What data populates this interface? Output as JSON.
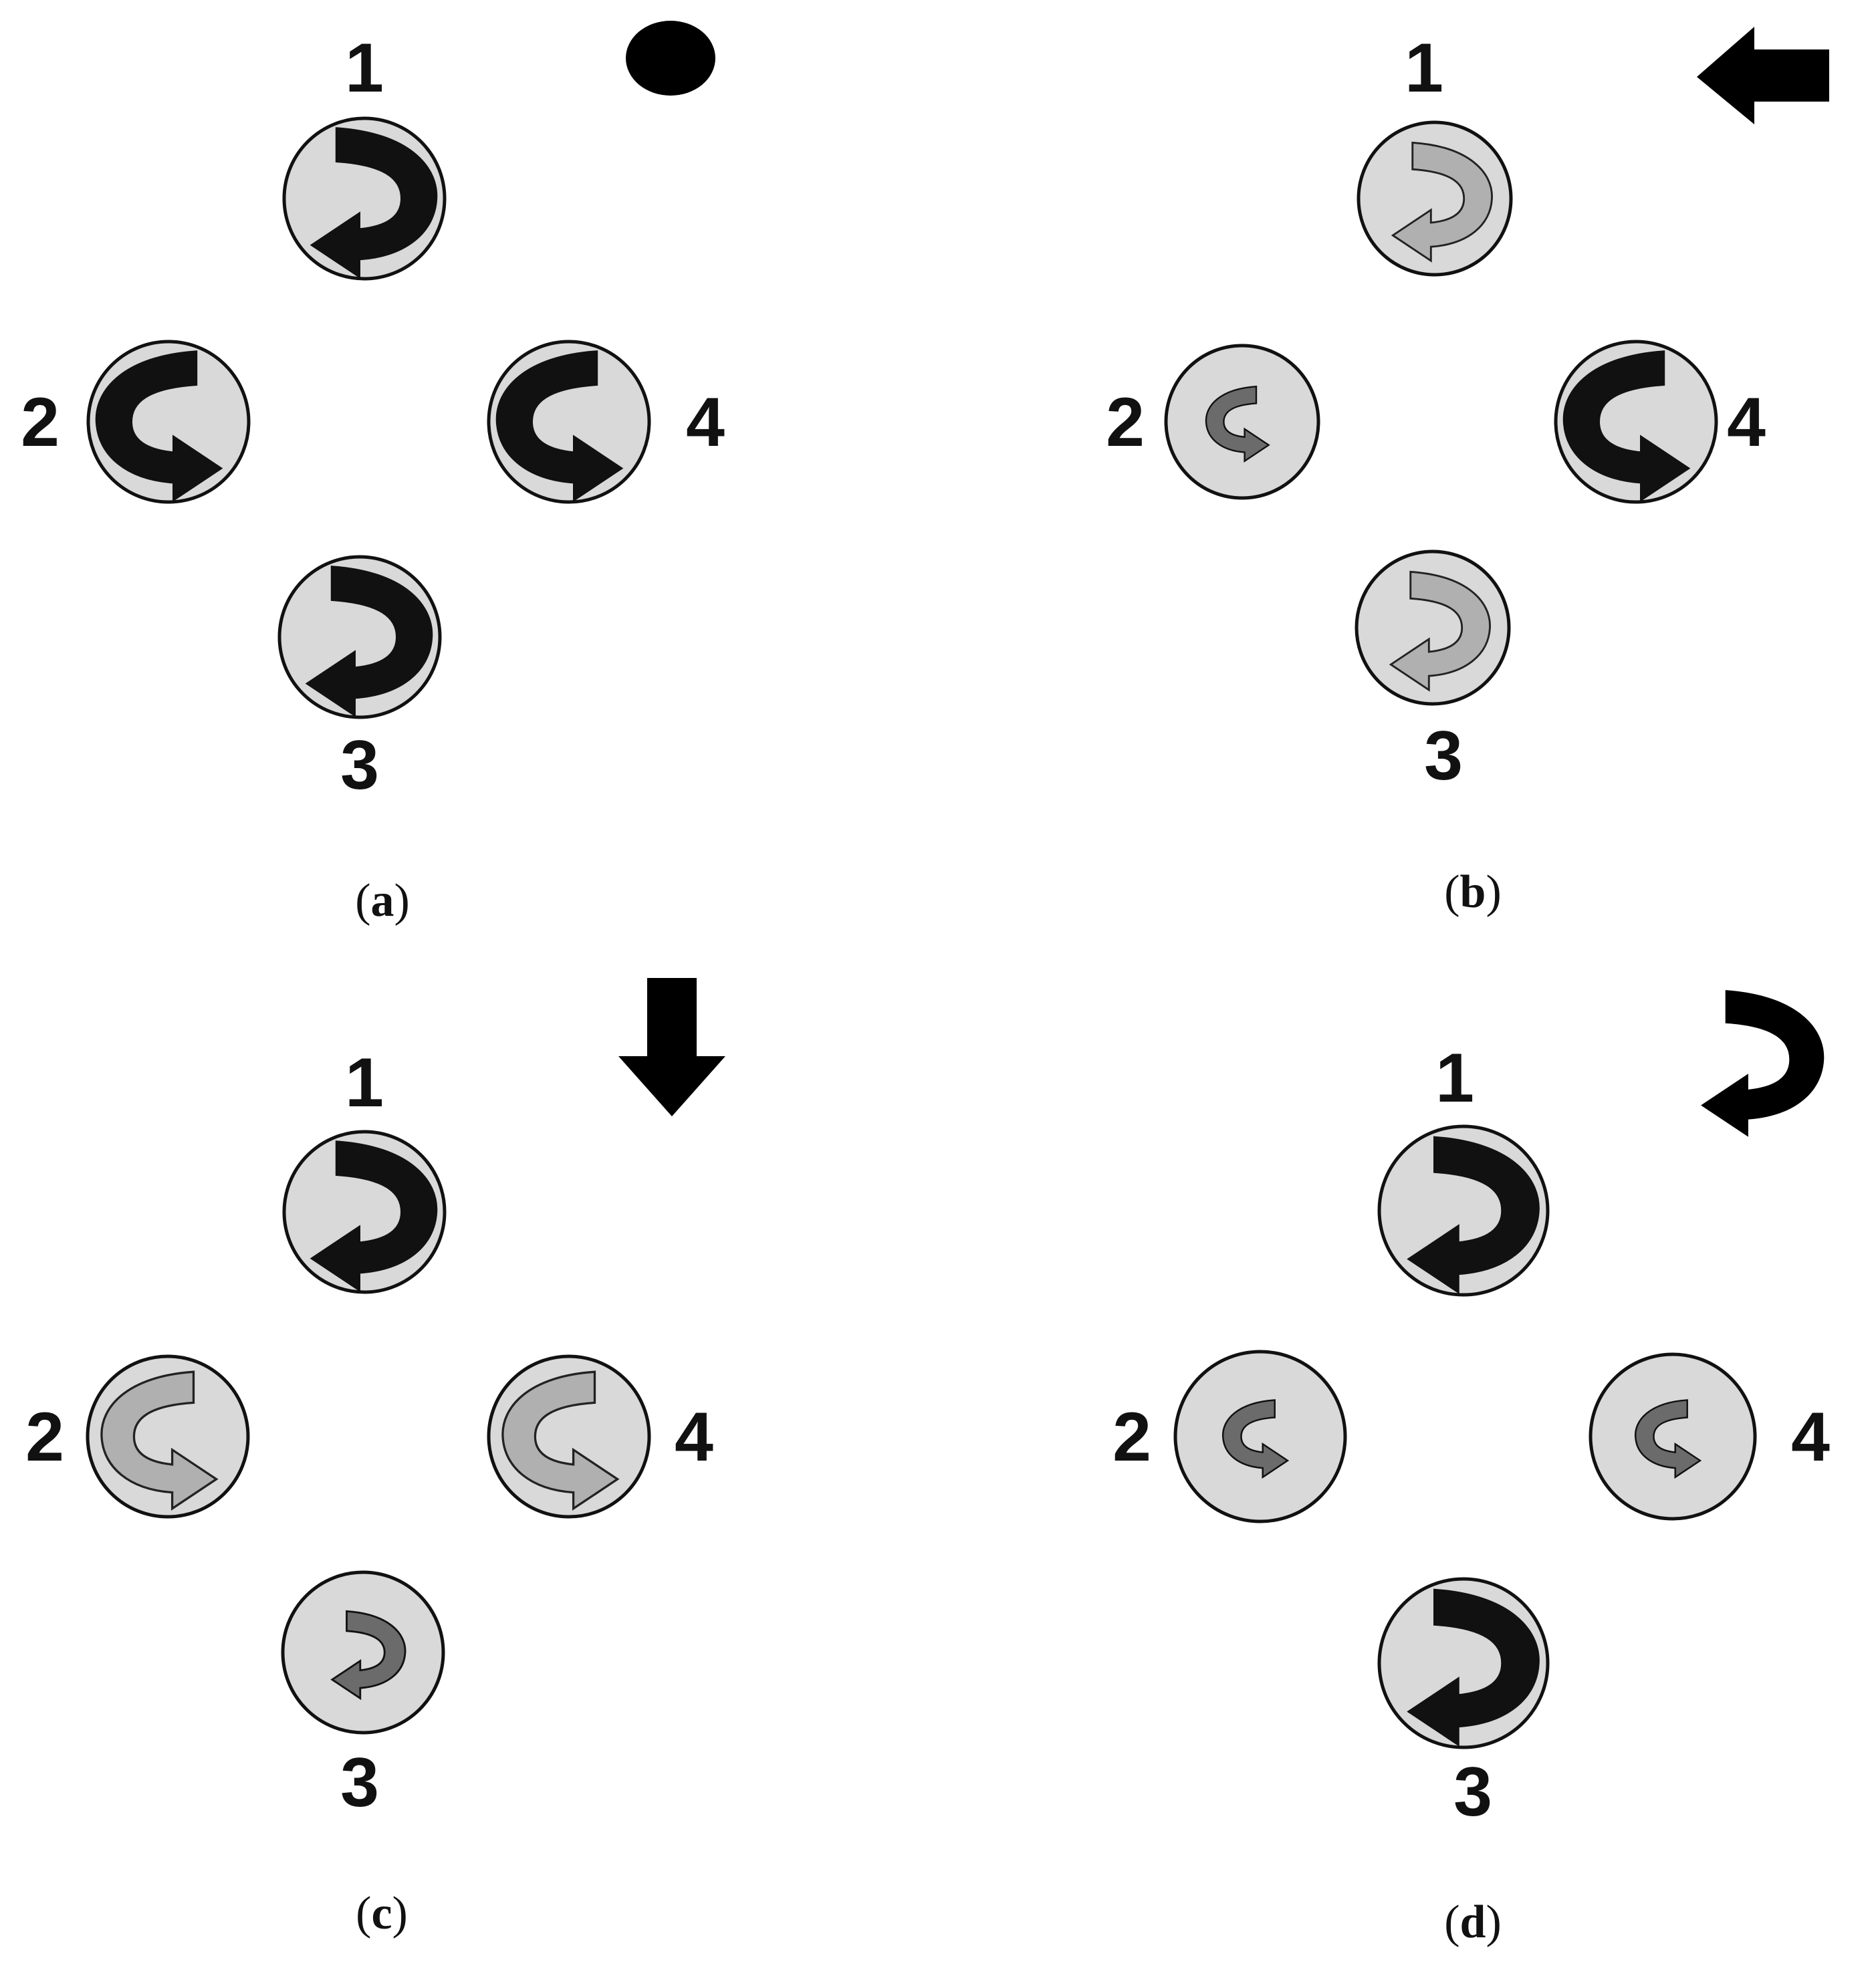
{
  "colors": {
    "background": "#ffffff",
    "rotor_fill": "#d9d9d9",
    "rotor_stroke": "#111111",
    "arrow_full": "#111111",
    "arrow_medium": "#6b6b6b",
    "arrow_light": "#b0b0b0"
  },
  "panels": [
    {
      "caption_open": "(",
      "caption_letter": "a",
      "caption_close": ")",
      "indicator_icon": "hover-dot-icon",
      "rotors": [
        {
          "label": "1",
          "direction": "clockwise",
          "speed": "full"
        },
        {
          "label": "2",
          "direction": "counterclockwise",
          "speed": "full"
        },
        {
          "label": "3",
          "direction": "clockwise",
          "speed": "full"
        },
        {
          "label": "4",
          "direction": "counterclockwise",
          "speed": "full"
        }
      ]
    },
    {
      "caption_open": "(",
      "caption_letter": "b",
      "caption_close": ")",
      "indicator_icon": "left-arrow-icon",
      "rotors": [
        {
          "label": "1",
          "direction": "clockwise",
          "speed": "light"
        },
        {
          "label": "2",
          "direction": "counterclockwise",
          "speed": "medium"
        },
        {
          "label": "3",
          "direction": "clockwise",
          "speed": "light"
        },
        {
          "label": "4",
          "direction": "counterclockwise",
          "speed": "full"
        }
      ]
    },
    {
      "caption_open": "(",
      "caption_letter": "c",
      "caption_close": ")",
      "indicator_icon": "down-arrow-icon",
      "rotors": [
        {
          "label": "1",
          "direction": "clockwise",
          "speed": "full"
        },
        {
          "label": "2",
          "direction": "counterclockwise",
          "speed": "light"
        },
        {
          "label": "3",
          "direction": "clockwise",
          "speed": "medium"
        },
        {
          "label": "4",
          "direction": "counterclockwise",
          "speed": "light"
        }
      ]
    },
    {
      "caption_open": "(",
      "caption_letter": "d",
      "caption_close": ")",
      "indicator_icon": "yaw-rotation-icon",
      "rotors": [
        {
          "label": "1",
          "direction": "clockwise",
          "speed": "full"
        },
        {
          "label": "2",
          "direction": "counterclockwise",
          "speed": "medium"
        },
        {
          "label": "3",
          "direction": "clockwise",
          "speed": "full"
        },
        {
          "label": "4",
          "direction": "counterclockwise",
          "speed": "medium"
        }
      ]
    }
  ]
}
